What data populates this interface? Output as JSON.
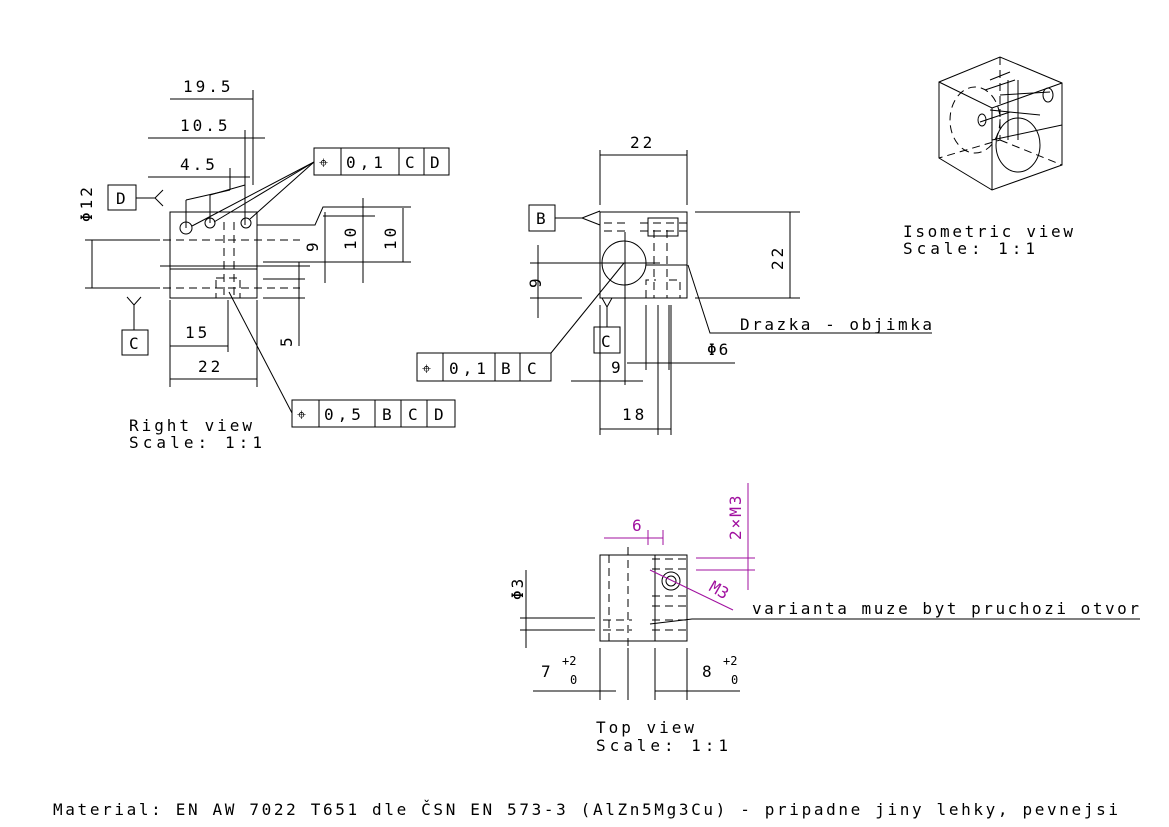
{
  "colors": {
    "line": "#000000",
    "annotation": "#a0109f",
    "background": "#ffffff"
  },
  "right_view": {
    "label": "Right view",
    "scale": "Scale:  1:1",
    "dims": {
      "d19_5": "19.5",
      "d10_5": "10.5",
      "d4_5": "4.5",
      "phi12": "Φ12",
      "d15": "15",
      "d22": "22",
      "d9": "9",
      "d10a": "10",
      "d10b": "10",
      "d5": "5"
    },
    "datum_d": "D",
    "datum_c": "C",
    "fcf_top": {
      "symbol": "⌖",
      "value": "0,1",
      "refs": [
        "C",
        "D"
      ]
    },
    "fcf_bottom": {
      "symbol": "⌖",
      "value": "0,5",
      "refs": [
        "B",
        "C",
        "D"
      ]
    }
  },
  "front_view": {
    "dims": {
      "d22_top": "22",
      "d22_right": "22",
      "d9_left": "9",
      "d9_bottom": "9",
      "d18": "18",
      "phi6": "Φ6"
    },
    "datum_b": "B",
    "datum_c": "C",
    "fcf": {
      "symbol": "⌖",
      "value": "0,1",
      "refs": [
        "B",
        "C"
      ]
    },
    "note": "Drazka - objimka"
  },
  "isometric_view": {
    "label": "Isometric view",
    "scale": "Scale:  1:1"
  },
  "top_view": {
    "label": "Top view",
    "scale": "Scale:  1:1",
    "dims": {
      "d6": "6",
      "thread_2x": "2×M3",
      "thread": "M3",
      "phi3": "Φ3",
      "d7": "7",
      "d7_tol_upper": "+2",
      "d7_tol_lower": "0",
      "d8": "8",
      "d8_tol_upper": "+2",
      "d8_tol_lower": "0"
    },
    "note": "varianta muze byt pruchozi otvor"
  },
  "material": "Material: EN AW 7022 T651 dle ČSN EN 573-3 (AlZn5Mg3Cu)  - pripadne jiny lehky, pevnejsi"
}
